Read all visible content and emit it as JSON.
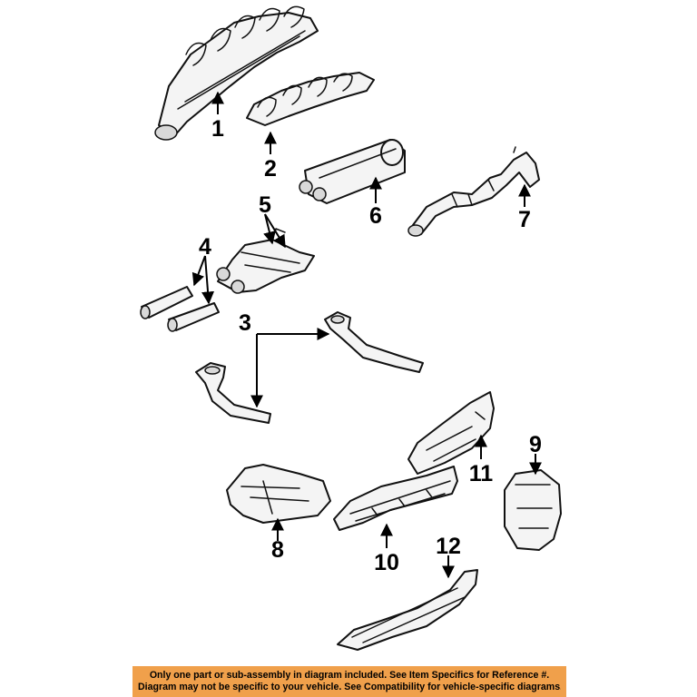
{
  "diagram": {
    "labels": [
      "1",
      "2",
      "3",
      "4",
      "5",
      "6",
      "7",
      "8",
      "9",
      "10",
      "11",
      "12"
    ]
  },
  "disclaimer": {
    "line1": "Only one part or sub-assembly in diagram included. See Item Specifics for Reference #.",
    "line2": "Diagram may not be specific to your vehicle. See Compatibility for vehicle-specific diagrams."
  },
  "colors": {
    "banner": "#f0a04b",
    "ink": "#111111"
  }
}
